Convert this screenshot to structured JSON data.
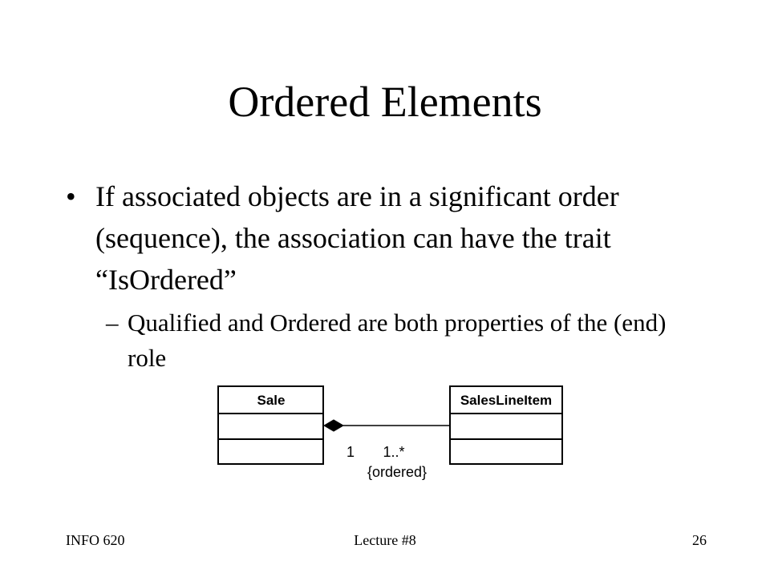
{
  "slide": {
    "title": "Ordered Elements",
    "bullet": "If associated objects are in a significant order (sequence), the association can have the trait “IsOrdered”",
    "sub_bullet": "Qualified and Ordered are both properties of the (end) role"
  },
  "diagram": {
    "class_left": "Sale",
    "class_right": "SalesLineItem",
    "multiplicity_left": "1",
    "multiplicity_right": "1..*",
    "constraint": "{ordered}"
  },
  "footer": {
    "course": "INFO 620",
    "lecture": "Lecture #8",
    "page": "26"
  }
}
